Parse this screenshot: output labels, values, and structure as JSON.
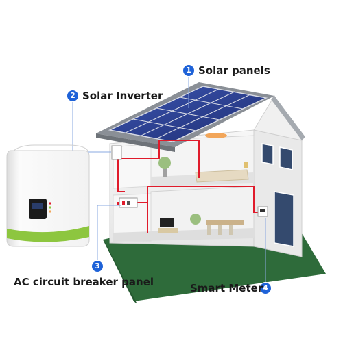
{
  "callouts": [
    {
      "number": "1",
      "label": "Solar panels"
    },
    {
      "number": "2",
      "label": "Solar Inverter"
    },
    {
      "number": "3",
      "label": "AC circuit breaker panel"
    },
    {
      "number": "4",
      "label": "Smart Meter"
    }
  ],
  "colors": {
    "badge": "#1e62d8",
    "wire": "#e01b2b",
    "leader": "#8aa8e0",
    "lawn": "#2e6b3a",
    "panel": "#2a3f8f",
    "roof": "#8a8f96",
    "inverter_stripe": "#8dc63f"
  }
}
